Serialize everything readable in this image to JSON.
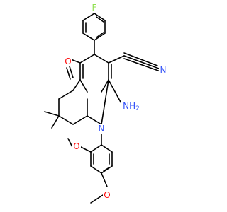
{
  "structure": {
    "labels": {
      "fluorine": "F",
      "nitrile_nitrogen": "N",
      "amine": "NH",
      "amine_subscript": "2",
      "ketone_oxygen": "O",
      "ring_nitrogen": "N",
      "methoxy_oxygen_ortho": "O",
      "methoxy_oxygen_para": "O"
    },
    "colors": {
      "bond": "#000000",
      "oxygen": "#ff0d0d",
      "nitrogen": "#3050f8",
      "fluorine": "#90e050"
    }
  }
}
